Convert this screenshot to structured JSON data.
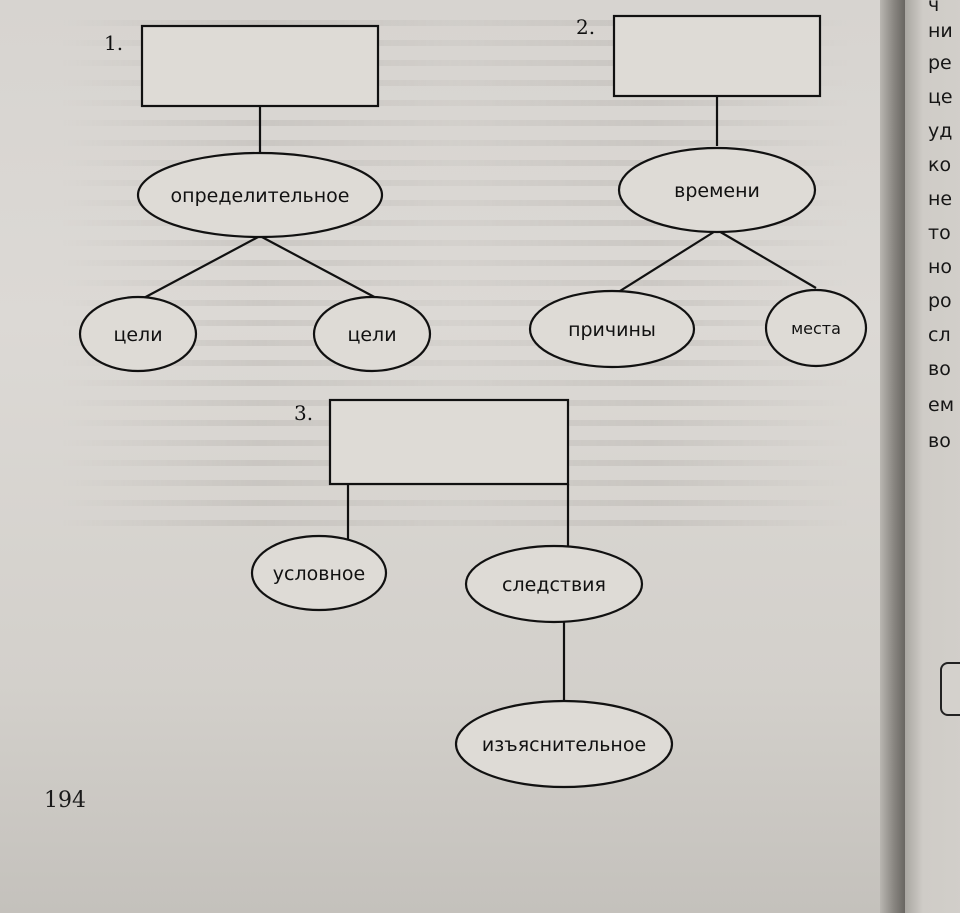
{
  "page_number": "194",
  "diagrams": [
    {
      "number": "1.",
      "top_box_label": "",
      "center_node": "определительное",
      "children": [
        "цели",
        "цели"
      ]
    },
    {
      "number": "2.",
      "top_box_label": "",
      "center_node": "времени",
      "children": [
        "причины",
        "места"
      ]
    },
    {
      "number": "3.",
      "top_box_label": "",
      "children": [
        "условное",
        "следствия"
      ],
      "grandchild": "изъяснительное"
    }
  ],
  "right_page_fragments": [
    "ч",
    "ни",
    "ре",
    "це",
    "уд",
    "ко",
    "не",
    "то",
    "но",
    "ро",
    "сл",
    "во",
    "ем",
    "во"
  ]
}
